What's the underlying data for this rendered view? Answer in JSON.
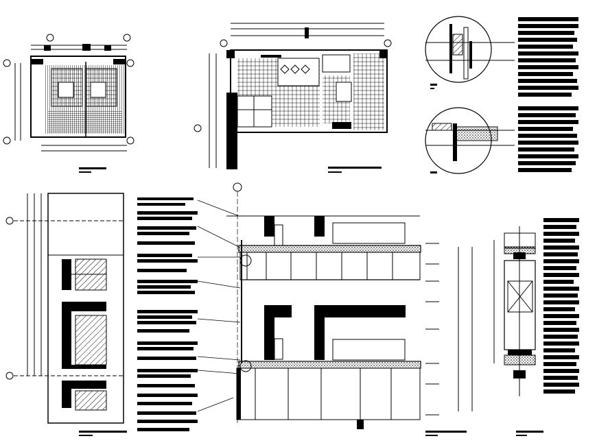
{
  "drawing_sheet": {
    "views": [
      {
        "id": "floor-plan-small",
        "title": "",
        "scale": ""
      },
      {
        "id": "floor-plan-large",
        "title": "",
        "scale": ""
      },
      {
        "id": "detail-circle-a",
        "title": "",
        "scale": ""
      },
      {
        "id": "detail-circle-b",
        "title": "",
        "scale": ""
      },
      {
        "id": "partial-elevation-left",
        "title": "",
        "scale": ""
      },
      {
        "id": "main-section",
        "title": "",
        "scale": ""
      },
      {
        "id": "section-strip-right",
        "title": "",
        "scale": ""
      }
    ],
    "notes_legibility": "illegible",
    "colors": {
      "ink": "#000000",
      "paper": "#ffffff"
    },
    "grid_marker_icons": [
      "grid-bubble-icon"
    ]
  }
}
